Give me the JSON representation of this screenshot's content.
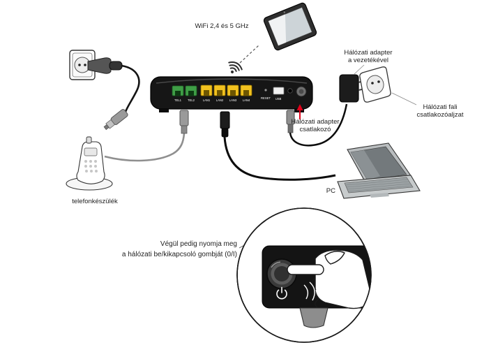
{
  "colors": {
    "arrow_red": "#e2001a",
    "tel_port": "#3f9e46",
    "lan_port": "#f2c21f"
  },
  "labels": {
    "wifi": "WiFi 2,4 és 5 GHz",
    "adapter_line1": "Hálózati adapter",
    "adapter_line2": "a vezetékével",
    "socket_line1": "Hálózati fali",
    "socket_line2": "csatlakozóaljzat",
    "connector_line1": "Hálózati adapter",
    "connector_line2": "csatlakozó",
    "phone": "telefonkészülék",
    "pc": "PC",
    "instruction_line1": "Végül pedig nyomja meg",
    "instruction_line2": "a hálózati be/kikapcsoló gombját (0/I)"
  },
  "router": {
    "ports": [
      "TEL1",
      "TEL2",
      "LAN1",
      "LAN2",
      "LAN3",
      "LAN4"
    ],
    "reset_label": "RESET",
    "usb_label": "USB"
  }
}
